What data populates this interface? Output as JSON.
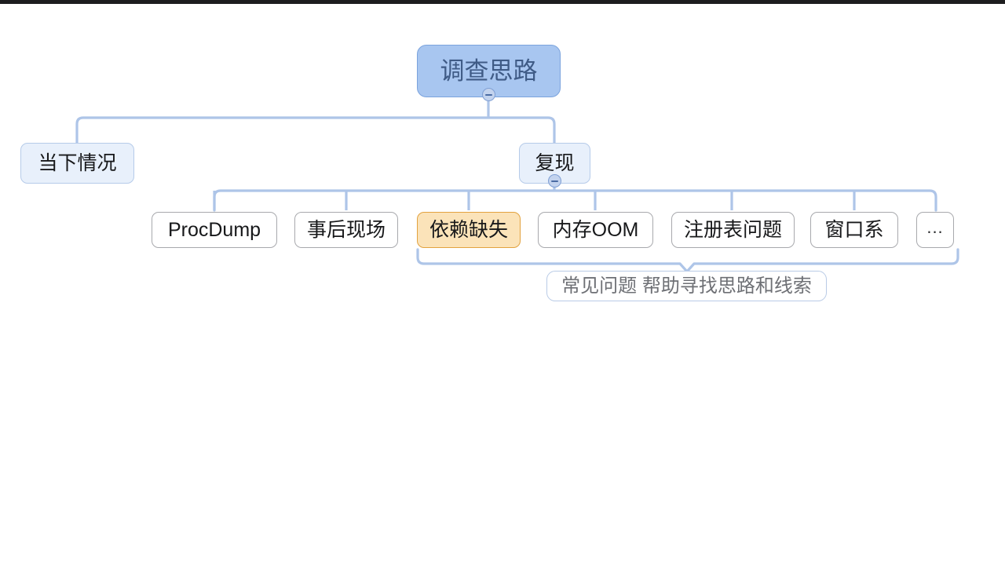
{
  "diagram": {
    "type": "mindmap",
    "title_node": "调查思路",
    "background_color": "#ffffff",
    "accent_color": "#a8c6f0",
    "connector_color": "#aec5e8",
    "highlight_fill": "#fbe3b9",
    "highlight_border": "#e2a23f",
    "leaf_border": "#a8a9ad",
    "level1_fill": "#e8f0fb"
  },
  "root": {
    "label": "调查思路",
    "toggle_state": "expanded",
    "toggle_glyph": "minus"
  },
  "level1": [
    {
      "label": "当下情况",
      "has_toggle": false
    },
    {
      "label": "复现",
      "has_toggle": true,
      "toggle_state": "expanded",
      "toggle_glyph": "minus"
    }
  ],
  "leaves": [
    {
      "label": "ProcDump",
      "highlighted": false
    },
    {
      "label": "事后现场",
      "highlighted": false
    },
    {
      "label": "依赖缺失",
      "highlighted": true
    },
    {
      "label": "内存OOM",
      "highlighted": false
    },
    {
      "label": "注册表问题",
      "highlighted": false
    },
    {
      "label": "窗口系",
      "highlighted": false
    },
    {
      "label": "...",
      "highlighted": false
    }
  ],
  "annotation": {
    "label": "常见问题 帮助寻找思路和线索",
    "bracket": "spans all 复现 children"
  }
}
